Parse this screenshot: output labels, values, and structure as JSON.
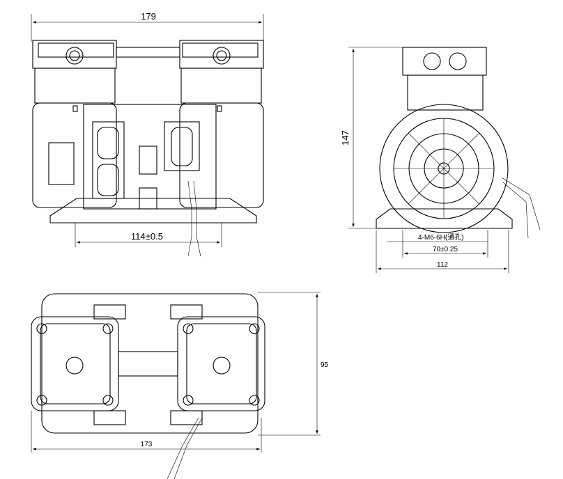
{
  "dimensions": {
    "front_width": "179",
    "front_mount_spacing": "114±0.5",
    "side_height": "147",
    "side_thread": "4-M6-6H(通孔)",
    "side_mount_spacing": "70±0.25",
    "side_base_width": "112",
    "top_depth": "95",
    "top_length": "173"
  }
}
